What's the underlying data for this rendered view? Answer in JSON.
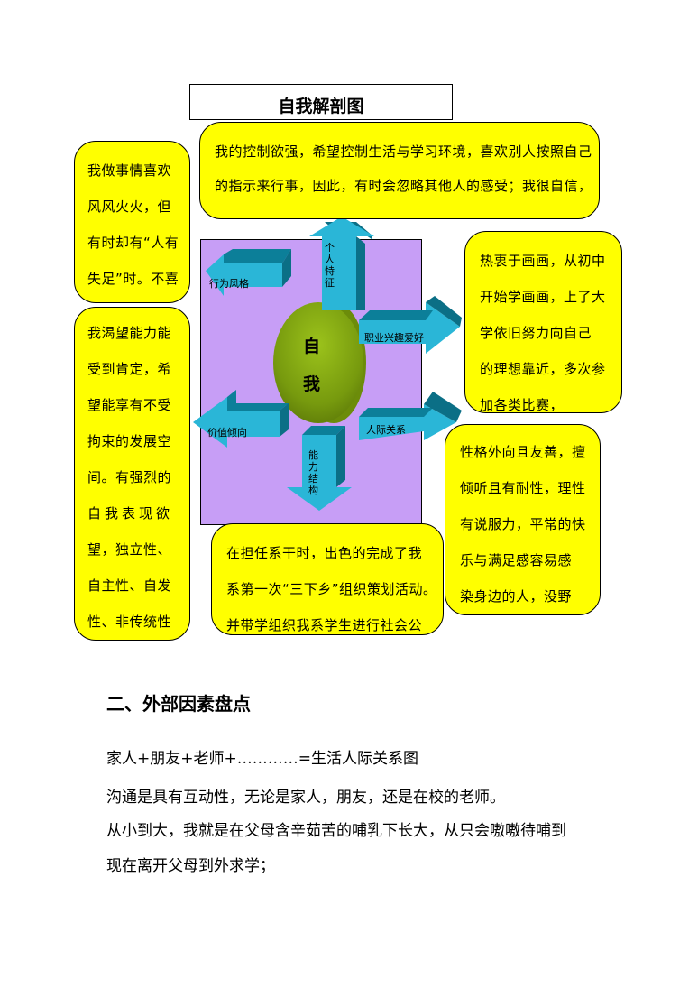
{
  "diagram": {
    "title": "自我解剖图",
    "center": {
      "line1": "自",
      "line2": "我"
    },
    "arrows": {
      "personal_traits": [
        "个",
        "人",
        "特",
        "征"
      ],
      "behavior_style": "行为风格",
      "career_interest": "职业兴趣爱好",
      "values": "价值倾向",
      "interpersonal": "人际关系",
      "ability_structure": [
        "能",
        "力",
        "结",
        "构"
      ]
    },
    "bubbles": {
      "top": [
        "我的控制欲强，希望控制生活与学习环境，喜欢别人按照自己",
        "的指示来行事，因此，有时会忽略其他人的感受；我很自信，"
      ],
      "left_top": [
        "我做事情喜欢",
        "风风火火，但",
        "有时却有“人有",
        "失足”时。不喜"
      ],
      "left_bottom": [
        "我渴望能力能",
        "受到肯定，希",
        "望能享有不受",
        "拘束的发展空",
        "间。有强烈的",
        "自我表现欲",
        "望，独立性、",
        "自主性、自发",
        "性、非传统性"
      ],
      "right_top": [
        "热衷于画画，从初中",
        "开始学画画，上了大",
        "学依旧努力向自己",
        "的理想靠近，多次参",
        "加各类比赛，"
      ],
      "right_bottom": [
        "性格外向且友善，擅",
        "倾听且有耐性，理性",
        "有说服力，平常的快",
        "乐与满足感容易感",
        "染身边的人，没野"
      ],
      "bottom": [
        "在担任系干时，出色的完成了我",
        "系第一次“三下乡”组织策划活动。",
        "并带学组织我系学生进行社会公"
      ]
    }
  },
  "section": {
    "heading": "二、外部因素盘点",
    "lines": [
      "家人+朋友+老师+…………=生活人际关系图",
      "沟通是具有互动性，无论是家人，朋友，还是在校的老师。",
      "从小到大，我就是在父母含辛茹苦的哺乳下长大，从只会嗷嗷待哺到",
      "现在离开父母到外求学；"
    ]
  }
}
